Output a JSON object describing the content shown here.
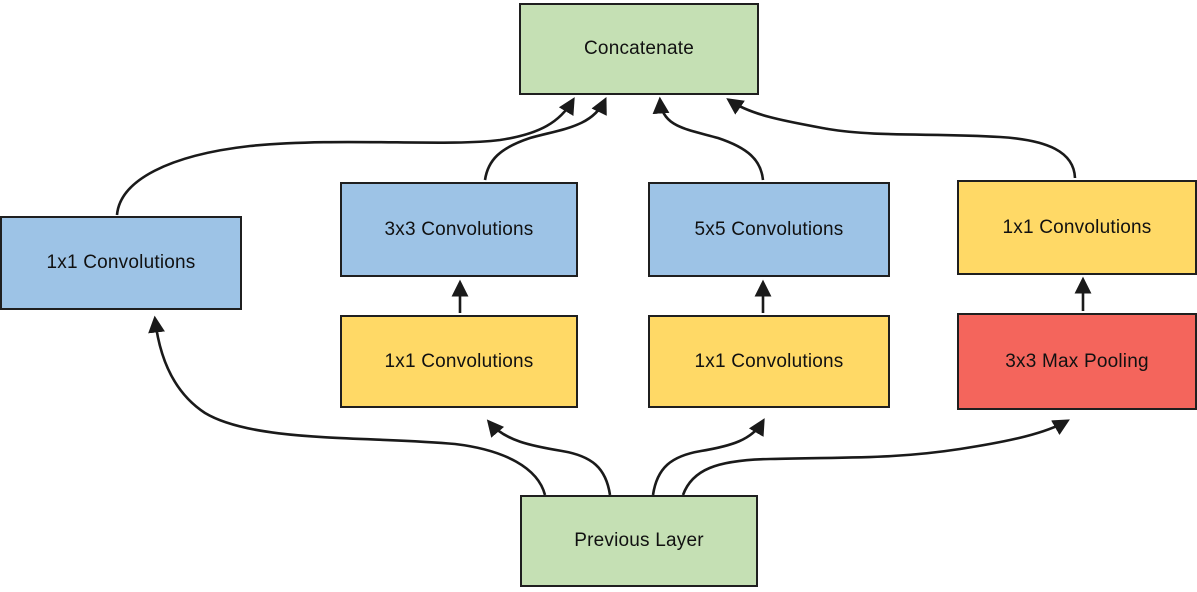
{
  "diagram": {
    "type": "flow-diagram",
    "palette": {
      "green": "#C5E0B4",
      "blue": "#9DC3E6",
      "yellow": "#FFD966",
      "red": "#F4655C",
      "node_border": "#1f1f1f",
      "arrow": "#1a1a1a",
      "background": "#ffffff"
    },
    "nodes": {
      "concatenate": {
        "label": "Concatenate",
        "color": "#C5E0B4"
      },
      "branch1_conv1x1": {
        "label": "1x1 Convolutions",
        "color": "#9DC3E6"
      },
      "branch2_conv3x3": {
        "label": "3x3 Convolutions",
        "color": "#9DC3E6"
      },
      "branch3_conv5x5": {
        "label": "5x5 Convolutions",
        "color": "#9DC3E6"
      },
      "branch4_conv1x1": {
        "label": "1x1 Convolutions",
        "color": "#FFD966"
      },
      "branch2_conv1x1": {
        "label": "1x1 Convolutions",
        "color": "#FFD966"
      },
      "branch3_conv1x1": {
        "label": "1x1 Convolutions",
        "color": "#FFD966"
      },
      "branch4_maxpool": {
        "label": "3x3 Max Pooling",
        "color": "#F4655C"
      },
      "previous_layer": {
        "label": "Previous Layer",
        "color": "#C5E0B4"
      }
    },
    "edges": [
      {
        "from": "previous_layer",
        "to": "branch1_conv1x1"
      },
      {
        "from": "previous_layer",
        "to": "branch2_conv1x1"
      },
      {
        "from": "previous_layer",
        "to": "branch3_conv1x1"
      },
      {
        "from": "previous_layer",
        "to": "branch4_maxpool"
      },
      {
        "from": "branch2_conv1x1",
        "to": "branch2_conv3x3"
      },
      {
        "from": "branch3_conv1x1",
        "to": "branch3_conv5x5"
      },
      {
        "from": "branch4_maxpool",
        "to": "branch4_conv1x1"
      },
      {
        "from": "branch1_conv1x1",
        "to": "concatenate"
      },
      {
        "from": "branch2_conv3x3",
        "to": "concatenate"
      },
      {
        "from": "branch3_conv5x5",
        "to": "concatenate"
      },
      {
        "from": "branch4_conv1x1",
        "to": "concatenate"
      }
    ]
  }
}
